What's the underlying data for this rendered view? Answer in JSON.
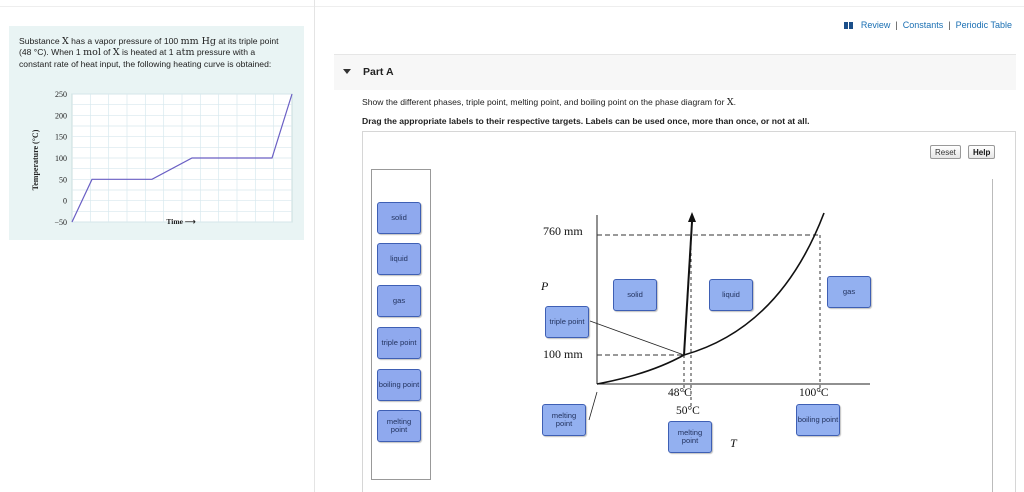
{
  "problem": {
    "part1": "Substance ",
    "x1": "X",
    "part2": " has a vapor pressure of 100 ",
    "mmhg": "mm Hg",
    "part3": " at its triple point (48 °C). When 1 ",
    "mol": "mol",
    "part4": " of ",
    "x2": "X",
    "part5": " is heated at 1 ",
    "atm": "atm",
    "part6": " pressure with a constant rate of heat input, the following heating curve is obtained:"
  },
  "heating_chart": {
    "ylabel": "Temperature (°C)",
    "xlabel": "Time ⟶",
    "yticks": [
      "250",
      "200",
      "150",
      "100",
      "50",
      "0",
      "−50"
    ],
    "ylim": [
      -50,
      250
    ],
    "points": [
      [
        0,
        -50
      ],
      [
        1,
        50
      ],
      [
        4,
        50
      ],
      [
        6,
        100
      ],
      [
        10,
        100
      ],
      [
        11,
        250
      ]
    ],
    "xlim": [
      0,
      11
    ]
  },
  "top_links": {
    "review": "Review",
    "constants": "Constants",
    "periodic": "Periodic Table",
    "sep": "|"
  },
  "part": {
    "title": "Part A"
  },
  "instructions": {
    "line1_pre": "Show the different phases, triple point, melting point, and boiling point on the phase diagram for ",
    "line1_x": "X",
    "line1_post": ".",
    "line2": "Drag the appropriate labels to their respective targets. Labels can be used once, more than once, or not at all."
  },
  "buttons": {
    "reset": "Reset",
    "help": "Help"
  },
  "label_bank": [
    "solid",
    "liquid",
    "gas",
    "triple point",
    "boiling point",
    "melting point"
  ],
  "diagram": {
    "p760": "760 mm",
    "p100": "100 mm",
    "p_axis": "P",
    "t_axis": "T",
    "t48": "48°C",
    "t50": "50°C",
    "t100": "100°C"
  },
  "placed_labels": {
    "solid": "solid",
    "liquid": "liquid",
    "gas": "gas",
    "triple": "triple point",
    "melting1": "melting point",
    "melting2": "melting point",
    "boiling": "boiling point"
  },
  "colors": {
    "label_fill": "#8fa9ee",
    "label_border": "#3e5fb4",
    "link": "#1a6fb3",
    "chart_line": "#6a5fc4"
  }
}
